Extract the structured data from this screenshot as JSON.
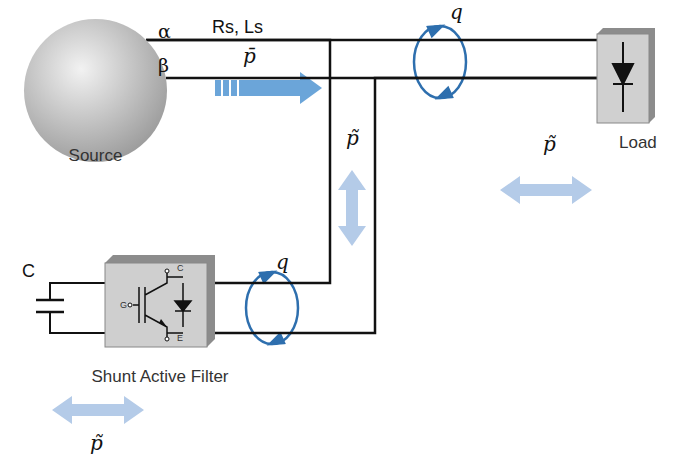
{
  "diagram": {
    "nodes": [
      {
        "text": [
          "Source"
        ]
      },
      {
        "text": [
          "Load"
        ]
      },
      {
        "text": [
          "Shunt Active Filter"
        ]
      }
    ],
    "edges": [
      {
        "from": 0,
        "to": 1,
        "arrow": "none"
      },
      {
        "from": 2,
        "to": 0,
        "arrow": "none"
      },
      {
        "from": 2,
        "to": 1,
        "arrow": "none"
      }
    ],
    "labels": [
      "α",
      "β",
      "Rs, Ls",
      "p̄",
      "q",
      "p̃",
      "p̃",
      "q",
      "C",
      "C",
      "G",
      "E",
      "p̃"
    ]
  }
}
